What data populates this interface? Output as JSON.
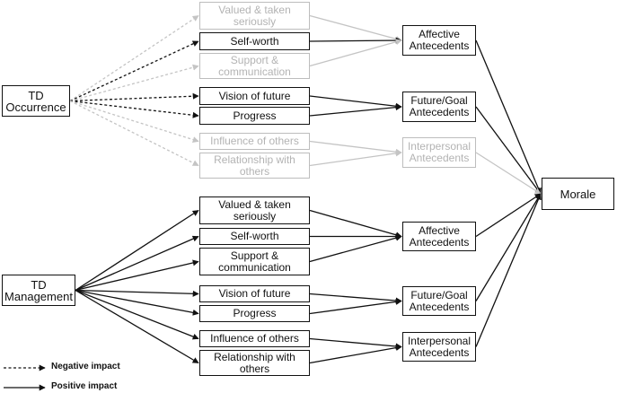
{
  "nodes": {
    "td_occurrence": {
      "label": "TD\nOccurrence",
      "faded": false
    },
    "td_management": {
      "label": "TD\nManagement",
      "faded": false
    },
    "occ_valued": {
      "label": "Valued & taken\nseriously",
      "faded": true
    },
    "occ_selfworth": {
      "label": "Self-worth",
      "faded": false
    },
    "occ_support": {
      "label": "Support &\ncommunication",
      "faded": true
    },
    "occ_vision": {
      "label": "Vision of future",
      "faded": false
    },
    "occ_progress": {
      "label": "Progress",
      "faded": false
    },
    "occ_influence": {
      "label": "Influence of others",
      "faded": true
    },
    "occ_relationship": {
      "label": "Relationship with\nothers",
      "faded": true
    },
    "occ_affective": {
      "label": "Affective\nAntecedents",
      "faded": false
    },
    "occ_future": {
      "label": "Future/Goal\nAntecedents",
      "faded": false
    },
    "occ_interpersonal": {
      "label": "Interpersonal\nAntecedents",
      "faded": true
    },
    "morale": {
      "label": "Morale",
      "faded": false
    },
    "mgmt_valued": {
      "label": "Valued & taken\nseriously",
      "faded": false
    },
    "mgmt_selfworth": {
      "label": "Self-worth",
      "faded": false
    },
    "mgmt_support": {
      "label": "Support &\ncommunication",
      "faded": false
    },
    "mgmt_vision": {
      "label": "Vision of future",
      "faded": false
    },
    "mgmt_progress": {
      "label": "Progress",
      "faded": false
    },
    "mgmt_influence": {
      "label": "Influence of others",
      "faded": false
    },
    "mgmt_relationship": {
      "label": "Relationship with\nothers",
      "faded": false
    },
    "mgmt_affective": {
      "label": "Affective\nAntecedents",
      "faded": false
    },
    "mgmt_future": {
      "label": "Future/Goal\nAntecedents",
      "faded": false
    },
    "mgmt_interpersonal": {
      "label": "Interpersonal\nAntecedents",
      "faded": false
    }
  },
  "edges": [
    {
      "from": "td_occurrence",
      "to": "occ_valued",
      "style": "dashed",
      "faded": true
    },
    {
      "from": "td_occurrence",
      "to": "occ_selfworth",
      "style": "dashed",
      "faded": false
    },
    {
      "from": "td_occurrence",
      "to": "occ_support",
      "style": "dashed",
      "faded": true
    },
    {
      "from": "td_occurrence",
      "to": "occ_vision",
      "style": "dashed",
      "faded": false
    },
    {
      "from": "td_occurrence",
      "to": "occ_progress",
      "style": "dashed",
      "faded": false
    },
    {
      "from": "td_occurrence",
      "to": "occ_influence",
      "style": "dashed",
      "faded": true
    },
    {
      "from": "td_occurrence",
      "to": "occ_relationship",
      "style": "dashed",
      "faded": true
    },
    {
      "from": "occ_valued",
      "to": "occ_affective",
      "style": "solid",
      "faded": true
    },
    {
      "from": "occ_selfworth",
      "to": "occ_affective",
      "style": "solid",
      "faded": false
    },
    {
      "from": "occ_support",
      "to": "occ_affective",
      "style": "solid",
      "faded": true
    },
    {
      "from": "occ_vision",
      "to": "occ_future",
      "style": "solid",
      "faded": false
    },
    {
      "from": "occ_progress",
      "to": "occ_future",
      "style": "solid",
      "faded": false
    },
    {
      "from": "occ_influence",
      "to": "occ_interpersonal",
      "style": "solid",
      "faded": true
    },
    {
      "from": "occ_relationship",
      "to": "occ_interpersonal",
      "style": "solid",
      "faded": true
    },
    {
      "from": "occ_affective",
      "to": "morale",
      "style": "solid",
      "faded": false
    },
    {
      "from": "occ_future",
      "to": "morale",
      "style": "solid",
      "faded": false
    },
    {
      "from": "occ_interpersonal",
      "to": "morale",
      "style": "solid",
      "faded": true
    },
    {
      "from": "td_management",
      "to": "mgmt_valued",
      "style": "solid",
      "faded": false
    },
    {
      "from": "td_management",
      "to": "mgmt_selfworth",
      "style": "solid",
      "faded": false
    },
    {
      "from": "td_management",
      "to": "mgmt_support",
      "style": "solid",
      "faded": false
    },
    {
      "from": "td_management",
      "to": "mgmt_vision",
      "style": "solid",
      "faded": false
    },
    {
      "from": "td_management",
      "to": "mgmt_progress",
      "style": "solid",
      "faded": false
    },
    {
      "from": "td_management",
      "to": "mgmt_influence",
      "style": "solid",
      "faded": false
    },
    {
      "from": "td_management",
      "to": "mgmt_relationship",
      "style": "solid",
      "faded": false
    },
    {
      "from": "mgmt_valued",
      "to": "mgmt_affective",
      "style": "solid",
      "faded": false
    },
    {
      "from": "mgmt_selfworth",
      "to": "mgmt_affective",
      "style": "solid",
      "faded": false
    },
    {
      "from": "mgmt_support",
      "to": "mgmt_affective",
      "style": "solid",
      "faded": false
    },
    {
      "from": "mgmt_vision",
      "to": "mgmt_future",
      "style": "solid",
      "faded": false
    },
    {
      "from": "mgmt_progress",
      "to": "mgmt_future",
      "style": "solid",
      "faded": false
    },
    {
      "from": "mgmt_influence",
      "to": "mgmt_interpersonal",
      "style": "solid",
      "faded": false
    },
    {
      "from": "mgmt_relationship",
      "to": "mgmt_interpersonal",
      "style": "solid",
      "faded": false
    },
    {
      "from": "mgmt_affective",
      "to": "morale",
      "style": "solid",
      "faded": false
    },
    {
      "from": "mgmt_future",
      "to": "morale",
      "style": "solid",
      "faded": false
    },
    {
      "from": "mgmt_interpersonal",
      "to": "morale",
      "style": "solid",
      "faded": false
    }
  ],
  "legend": {
    "negative": "Negative impact",
    "positive": "Positive impact"
  },
  "colors": {
    "ink": "#111111",
    "faded_line": "#c4c4c4",
    "faded_text": "#b3b3b3"
  }
}
